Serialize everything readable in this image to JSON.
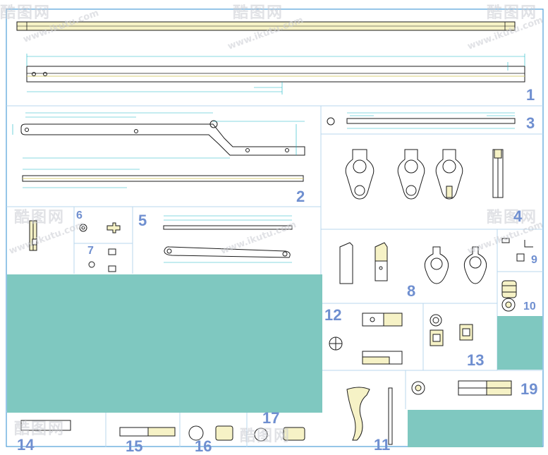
{
  "callouts": [
    "1",
    "2",
    "3",
    "4",
    "5",
    "6",
    "7",
    "8",
    "9",
    "10",
    "12",
    "13",
    "14",
    "15",
    "16",
    "17",
    "11",
    "19"
  ],
  "watermark": {
    "url": "www.ikutu.com",
    "logo": "酷图网"
  },
  "colors": {
    "outline": "#1b1b1b",
    "dim": "#17b6c4",
    "fill": "#f6f2c6",
    "panel": "#7fc8c0",
    "frame": "#4f9fd8",
    "callout": "#6f8fd0"
  }
}
